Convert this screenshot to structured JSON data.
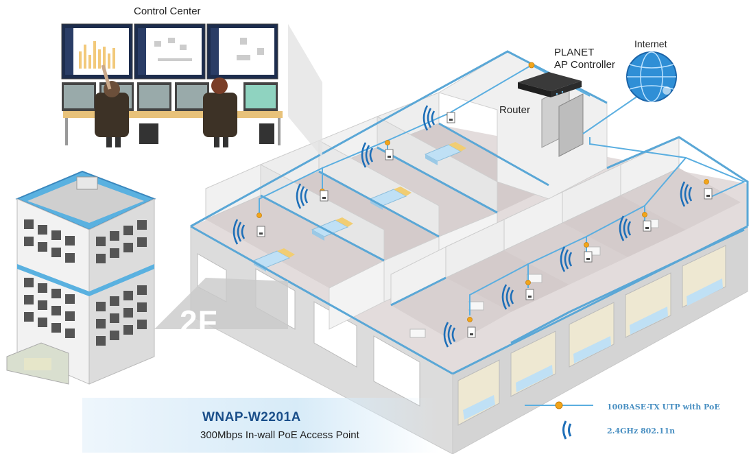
{
  "labels": {
    "control_center": "Control Center",
    "controller_line1": "PLANET",
    "controller_line2": "AP Controller",
    "internet": "Internet",
    "router": "Router",
    "floor": "2F"
  },
  "product": {
    "model": "WNAP-W2201A",
    "description": "300Mbps In-wall PoE Access Point"
  },
  "legend": {
    "poe_line": "100BASE-TX UTP with PoE",
    "wifi": "2.4GHz 802.11n"
  },
  "colors": {
    "cable": "#5aaee0",
    "poe_dot": "#f2a51a",
    "wifi": "#1e6fb8",
    "roof": "#5aa7d6",
    "wall": "#ecebeb",
    "floor": "#d9d3d3",
    "model_text": "#1b4f8a"
  },
  "icons": [
    "monitor-icon",
    "operator-icon",
    "hotel-building-icon",
    "router-icon",
    "ap-controller-icon",
    "globe-icon",
    "access-point-icon",
    "wifi-signal-icon",
    "bed-icon"
  ]
}
